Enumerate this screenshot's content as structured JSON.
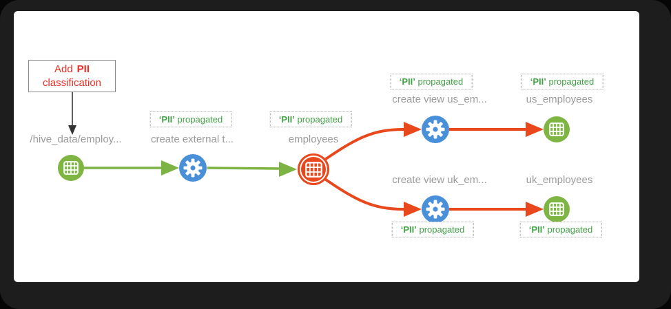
{
  "colors": {
    "dataset_green": "#7fb543",
    "process_blue": "#4a90d8",
    "highlight_orange": "#e8481c",
    "edge_green": "#7cb342",
    "edge_orange": "#e8481c",
    "label_gray": "#9b9b9b",
    "badge_green": "#43a047",
    "annotation_red": "#ee2e24"
  },
  "annotation": {
    "line1_prefix": "Add",
    "line1_bold": "PII",
    "line2": "classification"
  },
  "badge": {
    "tag": "‘PII’",
    "suffix": " propagated"
  },
  "nodes": {
    "hive_path": {
      "label": "/hive_data/employ...",
      "type": "dataset"
    },
    "create_external": {
      "label": "create external t...",
      "type": "process"
    },
    "employees": {
      "label": "employees",
      "type": "dataset-highlighted"
    },
    "create_view_us": {
      "label": "create view us_em...",
      "type": "process"
    },
    "us_employees": {
      "label": "us_employees",
      "type": "dataset"
    },
    "create_view_uk": {
      "label": "create view uk_em...",
      "type": "process"
    },
    "uk_employees": {
      "label": "uk_employees",
      "type": "dataset"
    }
  }
}
